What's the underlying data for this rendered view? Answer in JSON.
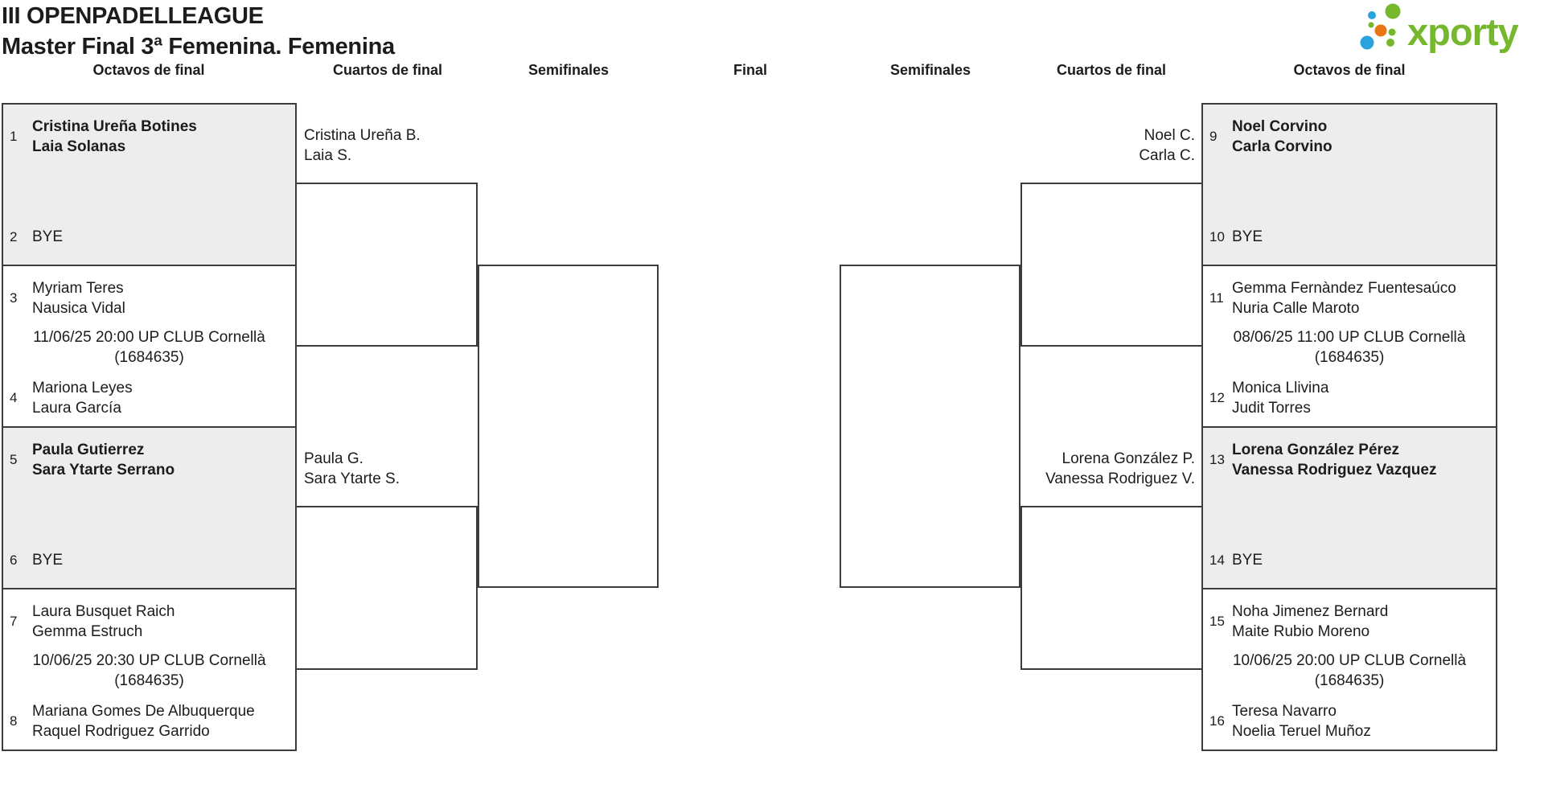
{
  "title": {
    "line1": "III OPENPADELLEAGUE",
    "line2": "Master Final 3ª Femenina. Femenina"
  },
  "logo": {
    "text": "xporty",
    "colors": {
      "green": "#76b82d",
      "blue": "#2aa3dc",
      "orange": "#e87511"
    }
  },
  "colors": {
    "line": "#3c3c3c",
    "shaded_box": "#ededed",
    "text": "#1c1c1c",
    "background": "#ffffff"
  },
  "rounds": {
    "left_octavos": "Octavos de final",
    "left_cuartos": "Cuartos de final",
    "left_semis": "Semifinales",
    "final": "Final",
    "right_semis": "Semifinales",
    "right_cuartos": "Cuartos de final",
    "right_octavos": "Octavos de final"
  },
  "matches": [
    {
      "seed1": "1",
      "t1": [
        "Cristina Ureña Botines",
        "Laia Solanas"
      ],
      "seed2": "2",
      "t2": [
        "BYE"
      ]
    },
    {
      "seed1": "3",
      "t1": [
        "Myriam Teres",
        "Nausica Vidal"
      ],
      "info": [
        "11/06/25 20:00 UP CLUB Cornellà",
        "(1684635)"
      ],
      "seed2": "4",
      "t2": [
        "Mariona Leyes",
        "Laura García"
      ]
    },
    {
      "seed1": "5",
      "t1": [
        "Paula Gutierrez",
        "Sara Ytarte Serrano"
      ],
      "seed2": "6",
      "t2": [
        "BYE"
      ]
    },
    {
      "seed1": "7",
      "t1": [
        "Laura Busquet Raich",
        "Gemma Estruch"
      ],
      "info": [
        "10/06/25 20:30 UP CLUB Cornellà",
        "(1684635)"
      ],
      "seed2": "8",
      "t2": [
        "Mariana Gomes De Albuquerque",
        "Raquel Rodriguez Garrido"
      ]
    },
    {
      "seed1": "9",
      "t1": [
        "Noel Corvino",
        "Carla Corvino"
      ],
      "seed2": "10",
      "t2": [
        "BYE"
      ]
    },
    {
      "seed1": "11",
      "t1": [
        "Gemma Fernàndez Fuentesaúco",
        "Nuria Calle Maroto"
      ],
      "info": [
        "08/06/25 11:00 UP CLUB Cornellà",
        "(1684635)"
      ],
      "seed2": "12",
      "t2": [
        "Monica Llivina",
        "Judit Torres"
      ]
    },
    {
      "seed1": "13",
      "t1": [
        "Lorena González Pérez",
        "Vanessa Rodriguez Vazquez"
      ],
      "seed2": "14",
      "t2": [
        "BYE"
      ]
    },
    {
      "seed1": "15",
      "t1": [
        "Noha Jimenez Bernard",
        "Maite Rubio Moreno"
      ],
      "info": [
        "10/06/25 20:00 UP CLUB Cornellà",
        "(1684635)"
      ],
      "seed2": "16",
      "t2": [
        "Teresa Navarro",
        "Noelia Teruel Muñoz"
      ]
    }
  ],
  "quarterfinalists": [
    {
      "l1": "Cristina Ureña B.",
      "l2": "Laia S."
    },
    {
      "l1": "Paula G.",
      "l2": "Sara Ytarte S."
    },
    {
      "l1": "Noel C.",
      "l2": "Carla C."
    },
    {
      "l1": "Lorena González P.",
      "l2": "Vanessa Rodriguez V."
    }
  ]
}
